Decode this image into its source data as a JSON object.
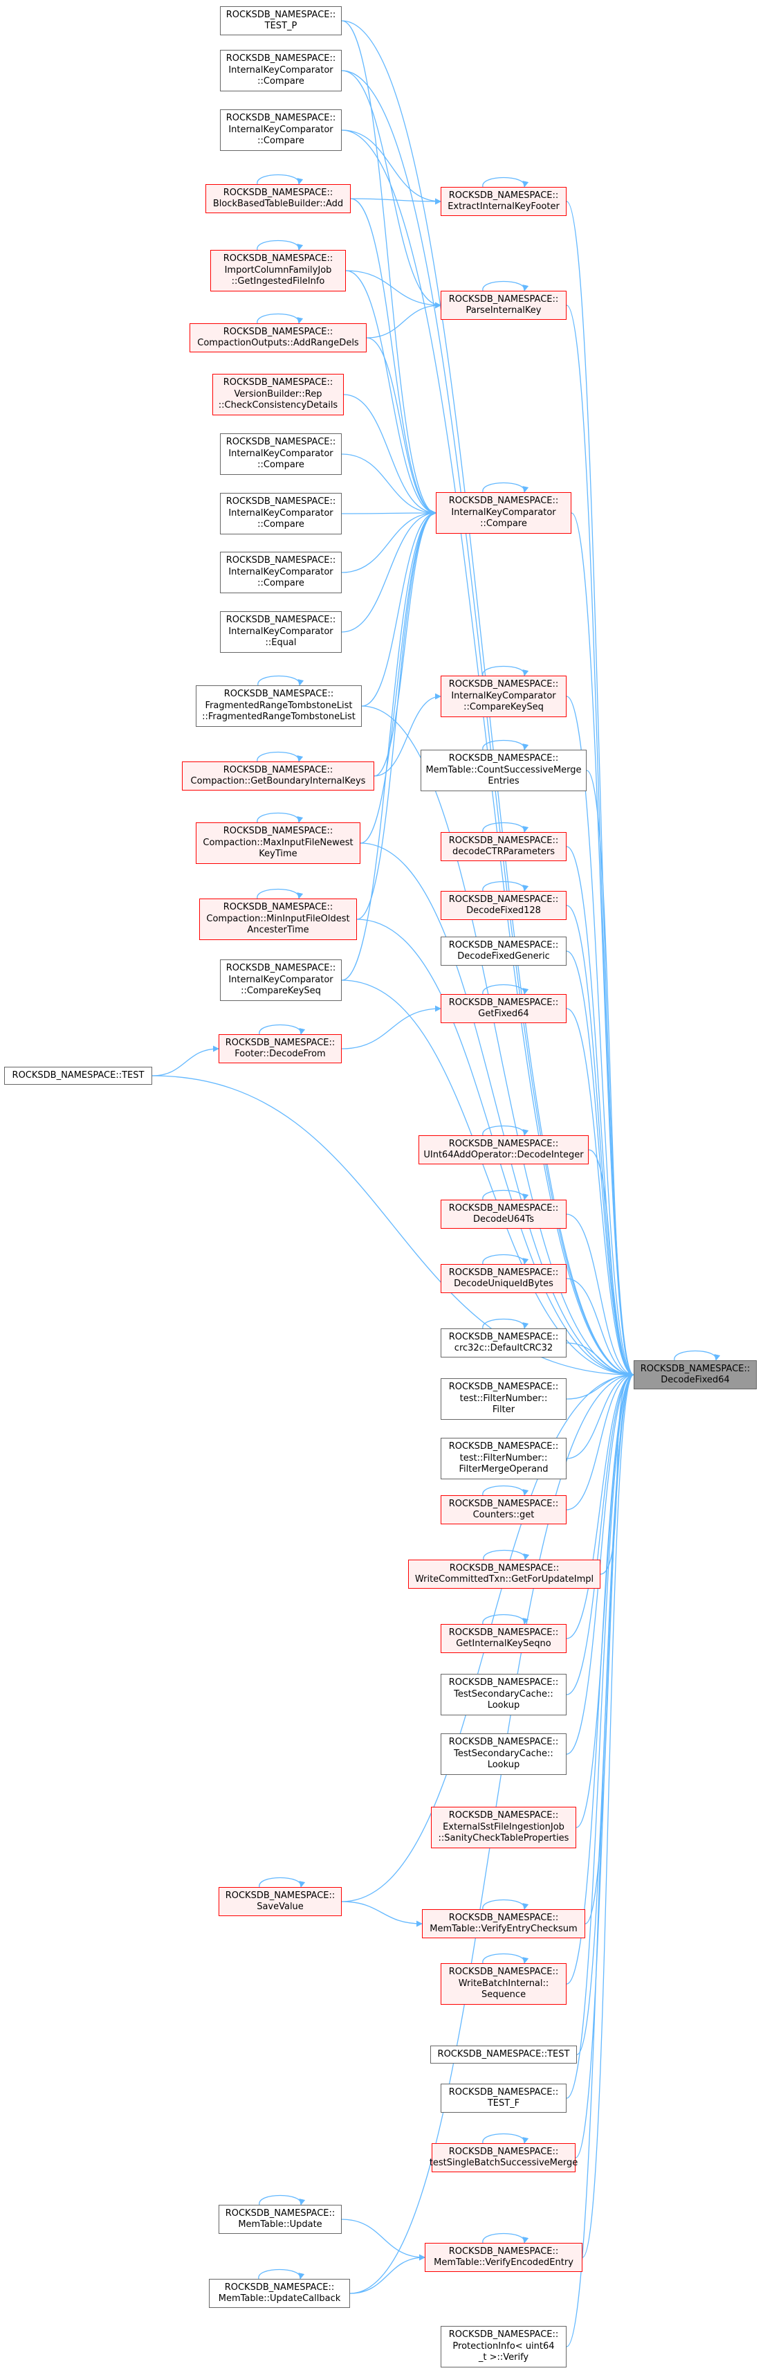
{
  "colors": {
    "edge": "#63b8ff",
    "red_border": "#ff0000",
    "red_fill": "#fff0f0",
    "grey_border": "#666666",
    "focus_fill": "#999999"
  },
  "nodes": {
    "n_test_p": {
      "lines": [
        "ROCKSDB_NAMESPACE::",
        "TEST_P"
      ],
      "style": "plain"
    },
    "n_ikc_1": {
      "lines": [
        "ROCKSDB_NAMESPACE::",
        "InternalKeyComparator",
        "::Compare"
      ],
      "style": "plain"
    },
    "n_ikc_2": {
      "lines": [
        "ROCKSDB_NAMESPACE::",
        "InternalKeyComparator",
        "::Compare"
      ],
      "style": "plain"
    },
    "n_bbtb_add": {
      "lines": [
        "ROCKSDB_NAMESPACE::",
        "BlockBasedTableBuilder::Add"
      ],
      "style": "red"
    },
    "n_import": {
      "lines": [
        "ROCKSDB_NAMESPACE::",
        "ImportColumnFamilyJob",
        "::GetIngestedFileInfo"
      ],
      "style": "red"
    },
    "n_comp_outputs": {
      "lines": [
        "ROCKSDB_NAMESPACE::",
        "CompactionOutputs::AddRangeDels"
      ],
      "style": "red"
    },
    "n_version": {
      "lines": [
        "ROCKSDB_NAMESPACE::",
        "VersionBuilder::Rep",
        "::CheckConsistencyDetails"
      ],
      "style": "red"
    },
    "n_ikc_3": {
      "lines": [
        "ROCKSDB_NAMESPACE::",
        "InternalKeyComparator",
        "::Compare"
      ],
      "style": "plain"
    },
    "n_ikc_4": {
      "lines": [
        "ROCKSDB_NAMESPACE::",
        "InternalKeyComparator",
        "::Compare"
      ],
      "style": "plain"
    },
    "n_ikc_5": {
      "lines": [
        "ROCKSDB_NAMESPACE::",
        "InternalKeyComparator",
        "::Compare"
      ],
      "style": "plain"
    },
    "n_ikc_equal": {
      "lines": [
        "ROCKSDB_NAMESPACE::",
        "InternalKeyComparator",
        "::Equal"
      ],
      "style": "plain"
    },
    "n_frtl": {
      "lines": [
        "ROCKSDB_NAMESPACE::",
        "FragmentedRangeTombstoneList",
        "::FragmentedRangeTombstoneList"
      ],
      "style": "plain"
    },
    "n_comp_gbik": {
      "lines": [
        "ROCKSDB_NAMESPACE::",
        "Compaction::GetBoundaryInternalKeys"
      ],
      "style": "red"
    },
    "n_comp_max": {
      "lines": [
        "ROCKSDB_NAMESPACE::",
        "Compaction::MaxInputFileNewest",
        "KeyTime"
      ],
      "style": "red"
    },
    "n_comp_min": {
      "lines": [
        "ROCKSDB_NAMESPACE::",
        "Compaction::MinInputFileOldest",
        "AncesterTime"
      ],
      "style": "red"
    },
    "n_ikc_cks_l": {
      "lines": [
        "ROCKSDB_NAMESPACE::",
        "InternalKeyComparator",
        "::CompareKeySeq"
      ],
      "style": "plain"
    },
    "n_footer": {
      "lines": [
        "ROCKSDB_NAMESPACE::",
        "Footer::DecodeFrom"
      ],
      "style": "red"
    },
    "n_test_left": {
      "lines": [
        "ROCKSDB_NAMESPACE::TEST"
      ],
      "style": "plain"
    },
    "n_save": {
      "lines": [
        "ROCKSDB_NAMESPACE::",
        "SaveValue"
      ],
      "style": "red"
    },
    "n_mt_update": {
      "lines": [
        "ROCKSDB_NAMESPACE::",
        "MemTable::Update"
      ],
      "style": "plain"
    },
    "n_mt_updatecb": {
      "lines": [
        "ROCKSDB_NAMESPACE::",
        "MemTable::UpdateCallback"
      ],
      "style": "plain"
    },
    "n_extract": {
      "lines": [
        "ROCKSDB_NAMESPACE::",
        "ExtractInternalKeyFooter"
      ],
      "style": "red"
    },
    "n_parse": {
      "lines": [
        "ROCKSDB_NAMESPACE::",
        "ParseInternalKey"
      ],
      "style": "red"
    },
    "n_ikc_main": {
      "lines": [
        "ROCKSDB_NAMESPACE::",
        "InternalKeyComparator",
        "::Compare"
      ],
      "style": "red"
    },
    "n_ikc_cks": {
      "lines": [
        "ROCKSDB_NAMESPACE::",
        "InternalKeyComparator",
        "::CompareKeySeq"
      ],
      "style": "red"
    },
    "n_memtable_csme": {
      "lines": [
        "ROCKSDB_NAMESPACE::",
        "MemTable::CountSuccessiveMerge",
        "Entries"
      ],
      "style": "plain"
    },
    "n_decodectr": {
      "lines": [
        "ROCKSDB_NAMESPACE::",
        "decodeCTRParameters"
      ],
      "style": "red"
    },
    "n_df128": {
      "lines": [
        "ROCKSDB_NAMESPACE::",
        "DecodeFixed128"
      ],
      "style": "red"
    },
    "n_dfgeneric": {
      "lines": [
        "ROCKSDB_NAMESPACE::",
        "DecodeFixedGeneric"
      ],
      "style": "plain"
    },
    "n_getfixed64": {
      "lines": [
        "ROCKSDB_NAMESPACE::",
        "GetFixed64"
      ],
      "style": "red"
    },
    "n_uint64add": {
      "lines": [
        "ROCKSDB_NAMESPACE::",
        "UInt64AddOperator::DecodeInteger"
      ],
      "style": "red"
    },
    "n_decodeu64ts": {
      "lines": [
        "ROCKSDB_NAMESPACE::",
        "DecodeU64Ts"
      ],
      "style": "red"
    },
    "n_decodeuid": {
      "lines": [
        "ROCKSDB_NAMESPACE::",
        "DecodeUniqueIdBytes"
      ],
      "style": "red"
    },
    "n_crc32c": {
      "lines": [
        "ROCKSDB_NAMESPACE::",
        "crc32c::DefaultCRC32"
      ],
      "style": "plain"
    },
    "n_filter": {
      "lines": [
        "ROCKSDB_NAMESPACE::",
        "test::FilterNumber::",
        "Filter"
      ],
      "style": "plain"
    },
    "n_filtermerge": {
      "lines": [
        "ROCKSDB_NAMESPACE::",
        "test::FilterNumber::",
        "FilterMergeOperand"
      ],
      "style": "plain"
    },
    "n_counters": {
      "lines": [
        "ROCKSDB_NAMESPACE::",
        "Counters::get"
      ],
      "style": "red"
    },
    "n_wctxn": {
      "lines": [
        "ROCKSDB_NAMESPACE::",
        "WriteCommittedTxn::GetForUpdateImpl"
      ],
      "style": "red"
    },
    "n_getiks": {
      "lines": [
        "ROCKSDB_NAMESPACE::",
        "GetInternalKeySeqno"
      ],
      "style": "red"
    },
    "n_tsc1": {
      "lines": [
        "ROCKSDB_NAMESPACE::",
        "TestSecondaryCache::",
        "Lookup"
      ],
      "style": "plain"
    },
    "n_tsc2": {
      "lines": [
        "ROCKSDB_NAMESPACE::",
        "TestSecondaryCache::",
        "Lookup"
      ],
      "style": "plain"
    },
    "n_extsst": {
      "lines": [
        "ROCKSDB_NAMESPACE::",
        "ExternalSstFileIngestionJob",
        "::SanityCheckTableProperties"
      ],
      "style": "red"
    },
    "n_verifyentry": {
      "lines": [
        "ROCKSDB_NAMESPACE::",
        "MemTable::VerifyEntryChecksum"
      ],
      "style": "red"
    },
    "n_wbi_seq": {
      "lines": [
        "ROCKSDB_NAMESPACE::",
        "WriteBatchInternal::",
        "Sequence"
      ],
      "style": "red"
    },
    "n_test_mid": {
      "lines": [
        "ROCKSDB_NAMESPACE::TEST"
      ],
      "style": "plain"
    },
    "n_test_f": {
      "lines": [
        "ROCKSDB_NAMESPACE::",
        "TEST_F"
      ],
      "style": "plain"
    },
    "n_testsingle": {
      "lines": [
        "ROCKSDB_NAMESPACE::",
        "testSingleBatchSuccessiveMerge"
      ],
      "style": "red"
    },
    "n_verifyenc": {
      "lines": [
        "ROCKSDB_NAMESPACE::",
        "MemTable::VerifyEncodedEntry"
      ],
      "style": "red"
    },
    "n_protinfo": {
      "lines": [
        "ROCKSDB_NAMESPACE::",
        "ProtectionInfo< uint64",
        "_t >::Verify"
      ],
      "style": "plain"
    },
    "n_focus": {
      "lines": [
        "ROCKSDB_NAMESPACE::",
        "DecodeFixed64"
      ],
      "style": "focus"
    }
  },
  "self_loops": [
    "n_bbtb_add",
    "n_import",
    "n_comp_outputs",
    "n_frtl",
    "n_comp_gbik",
    "n_comp_max",
    "n_comp_min",
    "n_footer",
    "n_save",
    "n_mt_update",
    "n_mt_updatecb",
    "n_extract",
    "n_parse",
    "n_ikc_main",
    "n_ikc_cks",
    "n_memtable_csme",
    "n_decodectr",
    "n_df128",
    "n_getfixed64",
    "n_uint64add",
    "n_decodeu64ts",
    "n_decodeuid",
    "n_crc32c",
    "n_counters",
    "n_wctxn",
    "n_getiks",
    "n_verifyentry",
    "n_wbi_seq",
    "n_testsingle",
    "n_verifyenc",
    "n_focus"
  ],
  "edges": [
    [
      "n_ikc_2",
      "n_extract"
    ],
    [
      "n_bbtb_add",
      "n_extract"
    ],
    [
      "n_ikc_1",
      "n_parse"
    ],
    [
      "n_import",
      "n_parse"
    ],
    [
      "n_comp_outputs",
      "n_parse"
    ],
    [
      "n_test_p",
      "n_ikc_main"
    ],
    [
      "n_bbtb_add",
      "n_ikc_main"
    ],
    [
      "n_import",
      "n_ikc_main"
    ],
    [
      "n_comp_outputs",
      "n_ikc_main"
    ],
    [
      "n_version",
      "n_ikc_main"
    ],
    [
      "n_ikc_3",
      "n_ikc_main"
    ],
    [
      "n_ikc_4",
      "n_ikc_main"
    ],
    [
      "n_ikc_5",
      "n_ikc_main"
    ],
    [
      "n_ikc_equal",
      "n_ikc_main"
    ],
    [
      "n_frtl",
      "n_ikc_main"
    ],
    [
      "n_comp_gbik",
      "n_ikc_main"
    ],
    [
      "n_comp_max",
      "n_ikc_main"
    ],
    [
      "n_comp_min",
      "n_ikc_main"
    ],
    [
      "n_ikc_cks_l",
      "n_ikc_main"
    ],
    [
      "n_comp_gbik",
      "n_ikc_cks"
    ],
    [
      "n_footer",
      "n_getfixed64"
    ],
    [
      "n_test_left",
      "n_footer"
    ],
    [
      "n_save",
      "n_verifyentry"
    ],
    [
      "n_mt_update",
      "n_verifyenc"
    ],
    [
      "n_mt_updatecb",
      "n_verifyenc"
    ],
    [
      "n_test_p",
      "n_focus"
    ],
    [
      "n_ikc_1",
      "n_focus"
    ],
    [
      "n_ikc_2",
      "n_focus"
    ],
    [
      "n_extract",
      "n_focus"
    ],
    [
      "n_parse",
      "n_focus"
    ],
    [
      "n_ikc_main",
      "n_focus"
    ],
    [
      "n_ikc_cks",
      "n_focus"
    ],
    [
      "n_memtable_csme",
      "n_focus"
    ],
    [
      "n_decodectr",
      "n_focus"
    ],
    [
      "n_df128",
      "n_focus"
    ],
    [
      "n_dfgeneric",
      "n_focus"
    ],
    [
      "n_getfixed64",
      "n_focus"
    ],
    [
      "n_test_left",
      "n_focus"
    ],
    [
      "n_uint64add",
      "n_focus"
    ],
    [
      "n_decodeu64ts",
      "n_focus"
    ],
    [
      "n_decodeuid",
      "n_focus"
    ],
    [
      "n_crc32c",
      "n_focus"
    ],
    [
      "n_filter",
      "n_focus"
    ],
    [
      "n_filtermerge",
      "n_focus"
    ],
    [
      "n_counters",
      "n_focus"
    ],
    [
      "n_wctxn",
      "n_focus"
    ],
    [
      "n_getiks",
      "n_focus"
    ],
    [
      "n_tsc1",
      "n_focus"
    ],
    [
      "n_tsc2",
      "n_focus"
    ],
    [
      "n_extsst",
      "n_focus"
    ],
    [
      "n_save",
      "n_focus"
    ],
    [
      "n_verifyentry",
      "n_focus"
    ],
    [
      "n_wbi_seq",
      "n_focus"
    ],
    [
      "n_test_mid",
      "n_focus"
    ],
    [
      "n_test_f",
      "n_focus"
    ],
    [
      "n_testsingle",
      "n_focus"
    ],
    [
      "n_verifyenc",
      "n_focus"
    ],
    [
      "n_mt_updatecb",
      "n_focus"
    ],
    [
      "n_protinfo",
      "n_focus"
    ],
    [
      "n_frtl",
      "n_focus"
    ],
    [
      "n_comp_max",
      "n_focus"
    ],
    [
      "n_comp_min",
      "n_focus"
    ],
    [
      "n_ikc_cks_l",
      "n_focus"
    ]
  ]
}
